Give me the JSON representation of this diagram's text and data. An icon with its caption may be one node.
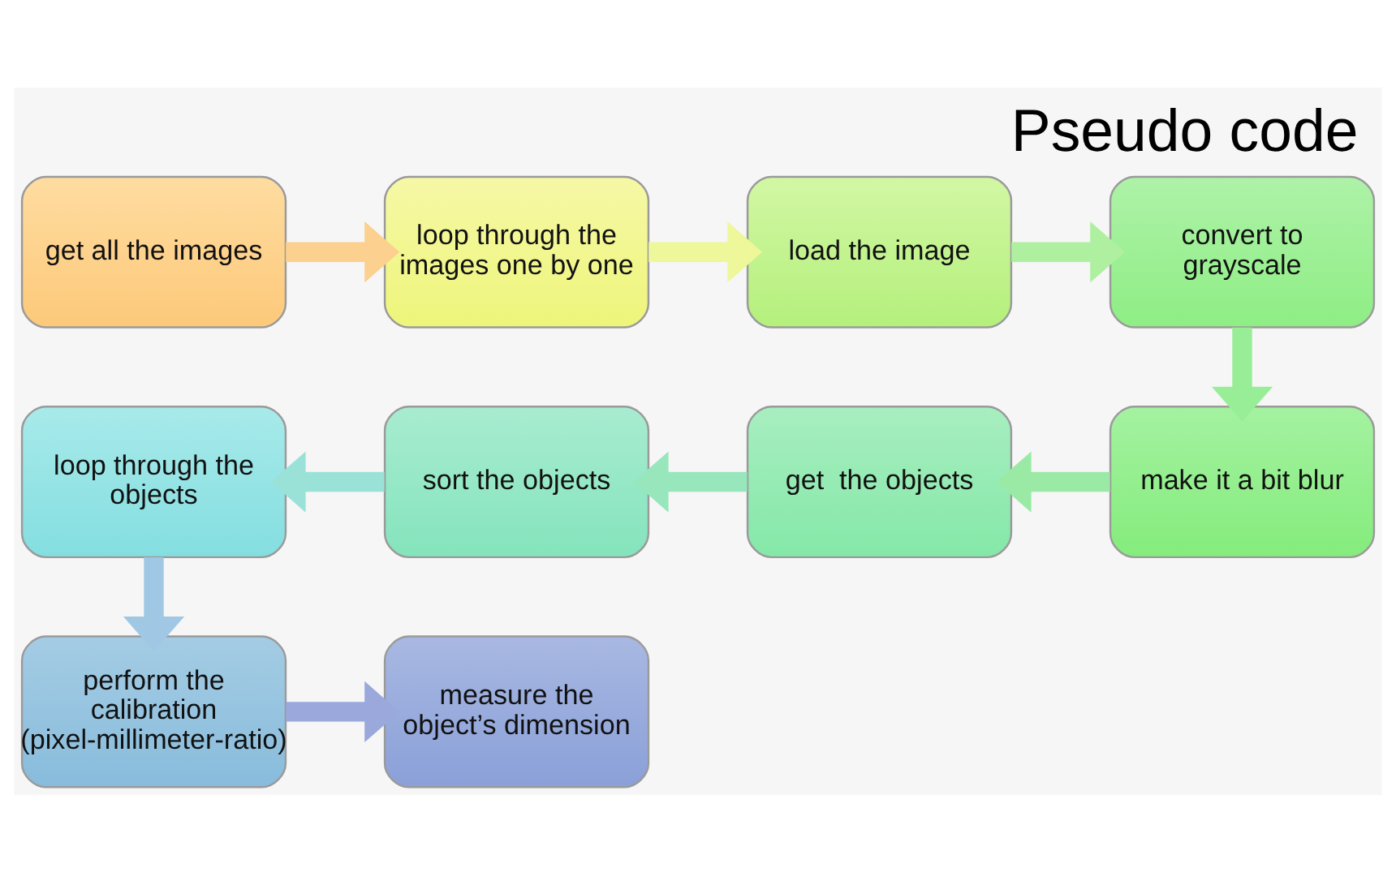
{
  "diagram": {
    "title": "Pseudo code",
    "nodes": [
      {
        "text": [
          "get all the images"
        ]
      },
      {
        "text": [
          "loop through the images one by one"
        ]
      },
      {
        "text": [
          "load the image"
        ]
      },
      {
        "text": [
          "convert to grayscale"
        ]
      },
      {
        "text": [
          "make it a bit blur"
        ]
      },
      {
        "text": [
          "get  the objects"
        ]
      },
      {
        "text": [
          "sort the objects"
        ]
      },
      {
        "text": [
          "loop through the objects"
        ]
      },
      {
        "text": [
          "perform the calibration (pixel-millimeter-ratio)"
        ]
      },
      {
        "text": [
          "measure the object’s dimension"
        ]
      }
    ],
    "edges": [
      {
        "from": 0,
        "to": 1,
        "arrow": "to",
        "color": "#fcd08e"
      },
      {
        "from": 1,
        "to": 2,
        "arrow": "to",
        "color": "#eef79a"
      },
      {
        "from": 2,
        "to": 3,
        "arrow": "to",
        "color": "#aef0a0"
      },
      {
        "from": 3,
        "to": 4,
        "arrow": "to",
        "color": "#98ee96"
      },
      {
        "from": 4,
        "to": 5,
        "arrow": "to",
        "color": "#9aeaa6"
      },
      {
        "from": 5,
        "to": 6,
        "arrow": "to",
        "color": "#98e6bc"
      },
      {
        "from": 6,
        "to": 7,
        "arrow": "to",
        "color": "#9ae2d8"
      },
      {
        "from": 7,
        "to": 8,
        "arrow": "to",
        "color": "#a0c8e4"
      },
      {
        "from": 8,
        "to": 9,
        "arrow": "to",
        "color": "#9aa8dc"
      }
    ]
  }
}
